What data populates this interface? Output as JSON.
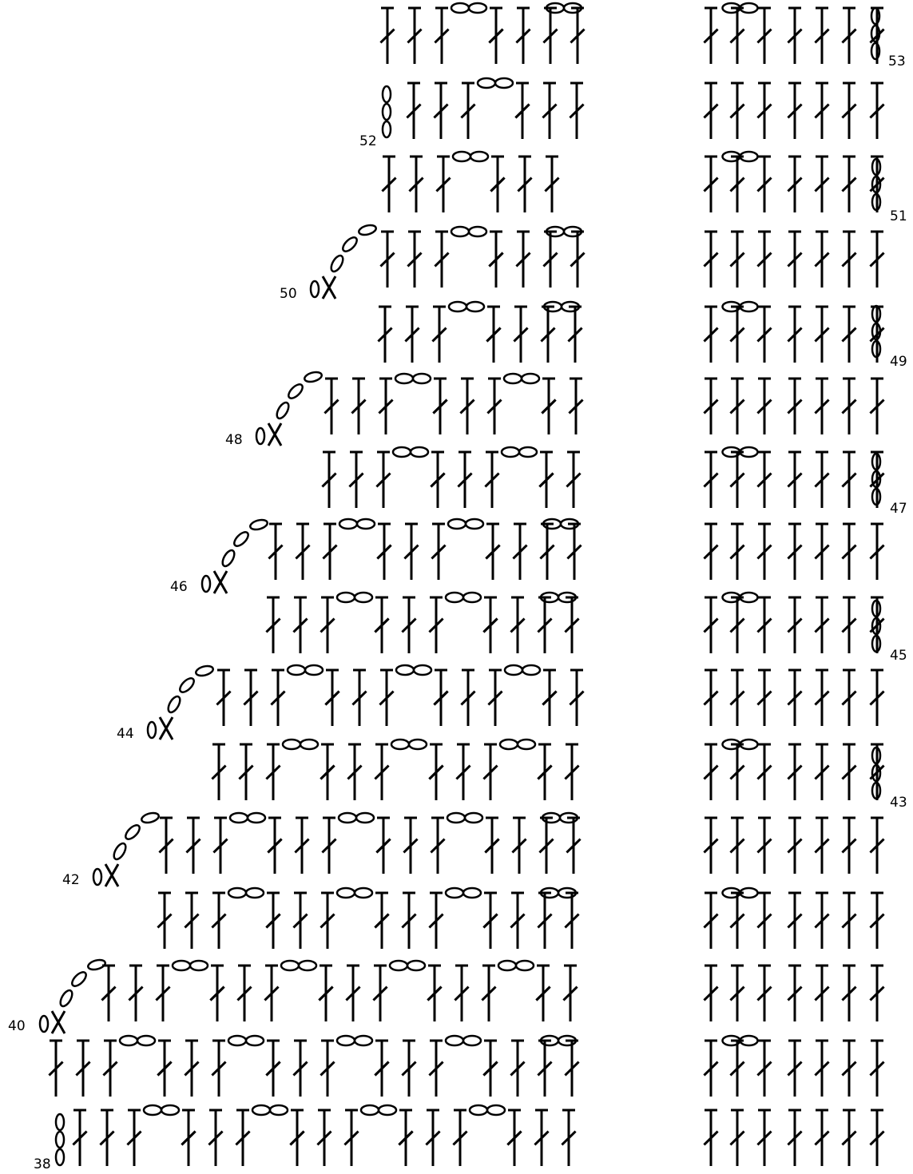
{
  "row_labels": [
    "38",
    "40",
    "42",
    "44",
    "46",
    "48",
    "50",
    "52",
    "43",
    "45",
    "47",
    "49",
    "51",
    "53"
  ],
  "color": "#000000",
  "legend_icons": [
    "treble-crochet-symbol",
    "double-crochet-symbol",
    "chain-stitch-symbol",
    "single-crochet-symbol"
  ]
}
